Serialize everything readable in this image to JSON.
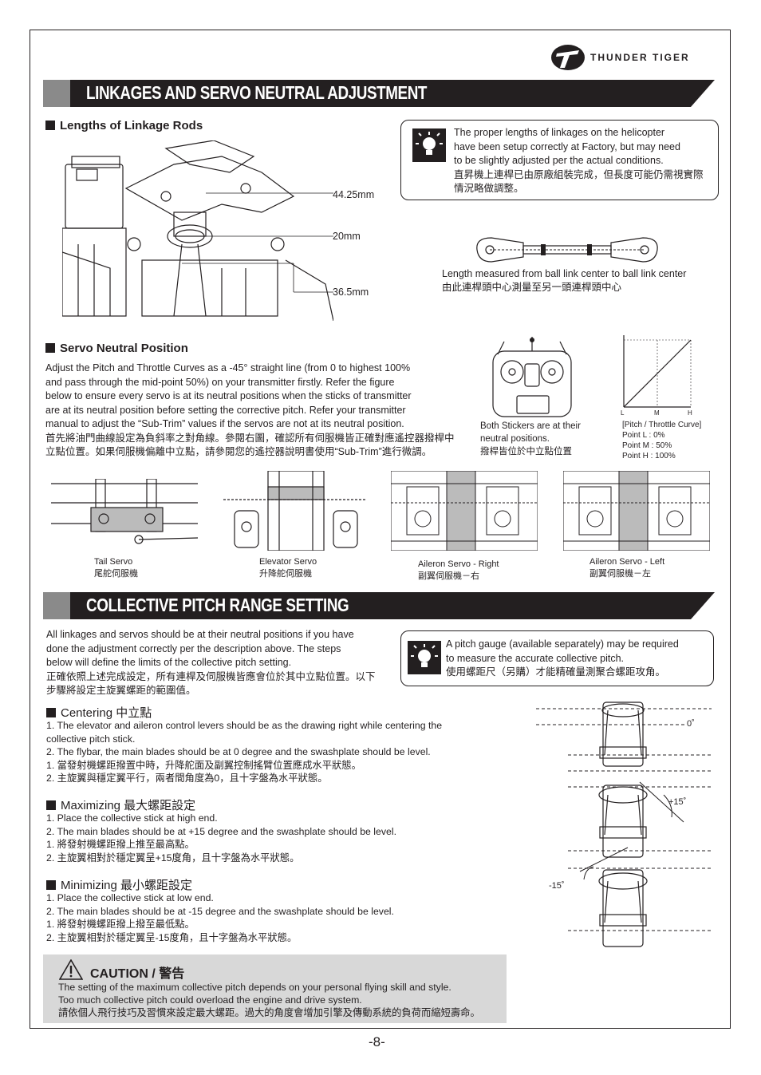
{
  "brand": "THUNDER TIGER",
  "section1": {
    "title": "LINKAGES AND SERVO NEUTRAL ADJUSTMENT",
    "lengths_heading": "Lengths of Linkage Rods",
    "measurements": [
      "44.25mm",
      "20mm",
      "36.5mm"
    ],
    "tip": [
      "The proper lengths of linkages on the helicopter",
      "have been setup correctly at Factory, but may need",
      "to be slightly adjusted per the actual conditions.",
      "直昇機上連桿已由原廠組裝完成，但長度可能仍需視實際",
      "情況略做調整。"
    ],
    "rod_caption": [
      "Length measured from ball link center to ball link center",
      "由此連桿頭中心測量至另一頭連桿頭中心"
    ],
    "servo_heading": "Servo Neutral Position",
    "servo_text": [
      "Adjust the Pitch and Throttle Curves as a -45° straight line (from 0 to highest 100%",
      "and pass through the mid-point 50%) on your transmitter firstly. Refer the figure",
      "below to ensure every servo is at its neutral positions when the sticks of transmitter",
      "are at its neutral position before setting the corrective pitch. Refer your transmitter",
      "manual to adjust the “Sub-Trim” values if the servos are not at its neutral position.",
      "首先將油門曲線設定為負斜率之對角線。參閱右圖，確認所有伺服機皆正確對應遙控器撥桿中",
      "立點位置。如果伺服機偏離中立點，請參閱您的遙控器說明書使用“Sub-Trim”進行微調。"
    ],
    "tx_caption": [
      "Both Stickers are at their",
      "neutral positions.",
      "撥桿皆位於中立點位置"
    ],
    "curve_axis": [
      "L",
      "M",
      "H"
    ],
    "curve_caption": [
      "[Pitch / Throttle Curve]",
      "Point L :    0%",
      "Point M :  50%",
      "Point H : 100%"
    ],
    "servos": [
      {
        "en": "Tail Servo",
        "zh": "尾舵伺服機"
      },
      {
        "en": "Elevator Servo",
        "zh": "升降舵伺服機"
      },
      {
        "en": "Aileron Servo - Right",
        "zh": "副翼伺服機－右"
      },
      {
        "en": "Aileron Servo - Left",
        "zh": "副翼伺服機－左"
      }
    ]
  },
  "section2": {
    "title": "COLLECTIVE PITCH RANGE SETTING",
    "intro": [
      "All linkages and servos should be at their neutral positions if you have",
      "done the adjustment correctly per the description above. The steps",
      "below will define the limits of the collective pitch setting.",
      "正確依照上述完成設定，所有連桿及伺服機皆應會位於其中立點位置。以下",
      "步驟將設定主旋翼螺距的範圍值。"
    ],
    "tip": [
      "A pitch gauge (available separately) may be required",
      "to measure the accurate collective pitch.",
      "使用螺距尺（另購）才能精確量測聚合螺距攻角。"
    ],
    "centering": {
      "heading": "Centering 中立點",
      "lines": [
        "1. The elevator and aileron control levers should be as the drawing right while centering the",
        "    collective pitch stick.",
        "2. The flybar, the main blades should be at 0 degree and the swashplate should be level.",
        "1. 當發射機螺距撥置中時，升降舵面及副翼控制搖臂位置應成水平狀態。",
        "2. 主旋翼與穩定翼平行，兩者間角度為0，且十字盤為水平狀態。"
      ]
    },
    "maximizing": {
      "heading": "Maximizing 最大螺距設定",
      "lines": [
        "1. Place the collective stick at high end.",
        "2. The main blades should be at +15 degree and the swashplate should be level.",
        "1. 將發射機螺距撥上推至最高點。",
        "2. 主旋翼相對於穩定翼呈+15度角，且十字盤為水平狀態。"
      ]
    },
    "minimizing": {
      "heading": "Minimizing 最小螺距設定",
      "lines": [
        "1. Place the collective stick at low end.",
        "2. The main blades should be at -15 degree and the swashplate should be level.",
        "1. 將發射機螺距撥上撥至最低點。",
        "2. 主旋翼相對於穩定翼呈-15度角，且十字盤為水平狀態。"
      ]
    },
    "angles": [
      "0˚",
      "+15˚",
      "-15˚"
    ],
    "caution": {
      "title": "CAUTION / 警告",
      "lines": [
        "The setting of the maximum collective pitch depends on your personal flying skill and style.",
        "Too much collective pitch could overload the engine and drive system.",
        "請依個人飛行技巧及習慣來設定最大螺距。過大的角度會增加引擎及傳動系統的負荷而縮短壽命。"
      ]
    }
  },
  "page_number": "-8-"
}
